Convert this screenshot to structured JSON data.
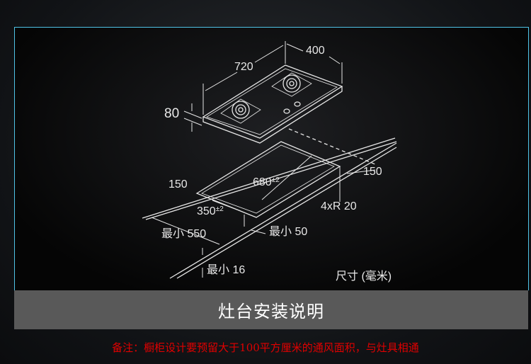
{
  "diagram": {
    "dims": {
      "width": "720",
      "depth": "400",
      "height": "80",
      "side_left": "150",
      "side_right": "150",
      "cut_length": "680",
      "cut_length_tol": "±2",
      "cut_width": "350",
      "cut_width_tol": "±2",
      "corner_radius": "4xR 20",
      "min_depth": "最小 550",
      "min_front": "最小 50",
      "min_thickness": "最小 16",
      "units": "尺寸 (毫米)"
    }
  },
  "title": "灶台安装说明",
  "note": "备注：橱柜设计要预留大于100平方厘米的通风面积，与灶具相通"
}
